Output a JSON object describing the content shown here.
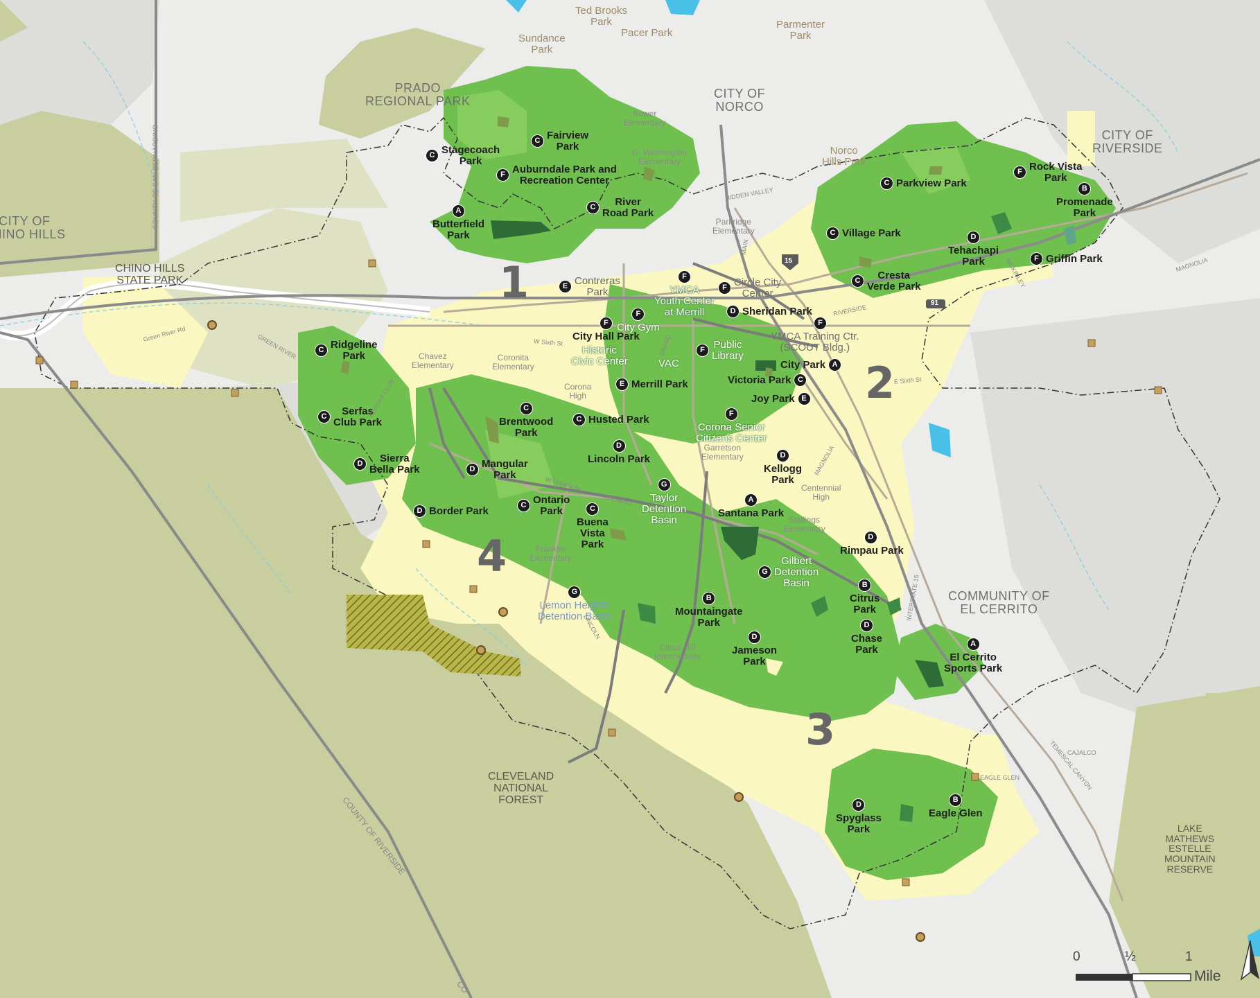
{
  "map": {
    "districts": [
      "1",
      "2",
      "3",
      "4"
    ],
    "regions": {
      "prado": "PRADO\nREGIONAL PARK",
      "norco": "CITY OF\nNORCO",
      "riverside": "CITY OF\nRIVERSIDE",
      "chino_city": "CITY OF\nCHINO HILLS",
      "chino_park": "CHINO HILLS\nSTATE PARK",
      "el_cerrito": "COMMUNITY OF\nEL CERRITO",
      "cleveland": "CLEVELAND\nNATIONAL\nFOREST",
      "lake_mathews": "LAKE\nMATHEWS\nESTELLE\nMOUNTAIN\nRESERVE",
      "county_sb": "COUNTY OF SAN BERNARDINO",
      "county_riv": "COUNTY OF RIVERSIDE",
      "county_riv2": "CO"
    },
    "outside_parks": {
      "ted_brooks": "Ted Brooks\nPark",
      "sundance": "Sundance\nPark",
      "pacer": "Pacer Park",
      "parmenter": "Parmenter\nPark",
      "norco_hills": "Norco\nHills Park"
    },
    "parks": {
      "stagecoach": {
        "badge": "C",
        "name": "Stagecoach\nPark"
      },
      "fairview": {
        "badge": "C",
        "name": "Fairview\nPark"
      },
      "auburndale": {
        "badge": "F",
        "name": "Auburndale Park and\nRecreation Center"
      },
      "river_road": {
        "badge": "C",
        "name": "River\nRoad Park"
      },
      "butterfield": {
        "badge": "A",
        "name": "Butterfield\nPark"
      },
      "contreras": {
        "badge": "E",
        "name": "Contreras\nPark"
      },
      "parkview": {
        "badge": "C",
        "name": "Parkview Park"
      },
      "rock_vista": {
        "badge": "F",
        "name": "Rock Vista\nPark"
      },
      "promenade": {
        "badge": "B",
        "name": "Promenade\nPark"
      },
      "village": {
        "badge": "C",
        "name": "Village Park"
      },
      "tehachapi": {
        "badge": "D",
        "name": "Tehachapi\nPark"
      },
      "griffin": {
        "badge": "F",
        "name": "Griffin Park"
      },
      "cresta_verde": {
        "badge": "C",
        "name": "Cresta\nVerde Park"
      },
      "sheridan": {
        "badge": "D",
        "name": "Sheridan Park"
      },
      "city_hall": {
        "badge": "F",
        "name": "City Hall Park"
      },
      "city_park": {
        "badge": "A",
        "name": "City Park"
      },
      "victoria": {
        "badge": "C",
        "name": "Victoria Park"
      },
      "joy": {
        "badge": "E",
        "name": "Joy Park"
      },
      "merrill": {
        "badge": "E",
        "name": "Merrill Park"
      },
      "ridgeline": {
        "badge": "C",
        "name": "Ridgeline\nPark"
      },
      "serfas": {
        "badge": "C",
        "name": "Serfas\nClub Park"
      },
      "sierra_bella": {
        "badge": "D",
        "name": "Sierra\nBella Park"
      },
      "brentwood": {
        "badge": "C",
        "name": "Brentwood\nPark"
      },
      "husted": {
        "badge": "C",
        "name": "Husted Park"
      },
      "lincoln": {
        "badge": "D",
        "name": "Lincoln Park"
      },
      "mangular": {
        "badge": "D",
        "name": "Mangular\nPark"
      },
      "border": {
        "badge": "D",
        "name": "Border Park"
      },
      "ontario": {
        "badge": "C",
        "name": "Ontario\nPark"
      },
      "buena_vista": {
        "badge": "C",
        "name": "Buena\nVista\nPark"
      },
      "santana": {
        "badge": "A",
        "name": "Santana Park"
      },
      "kellogg": {
        "badge": "D",
        "name": "Kellogg\nPark"
      },
      "rimpau": {
        "badge": "D",
        "name": "Rimpau Park"
      },
      "citrus": {
        "badge": "B",
        "name": "Citrus\nPark"
      },
      "chase": {
        "badge": "D",
        "name": "Chase\nPark"
      },
      "mountaingate": {
        "badge": "B",
        "name": "Mountaingate\nPark"
      },
      "jameson": {
        "badge": "D",
        "name": "Jameson\nPark"
      },
      "el_cerrito": {
        "badge": "A",
        "name": "El Cerrito\nSports Park"
      },
      "spyglass": {
        "badge": "D",
        "name": "Spyglass\nPark"
      },
      "eagle_glen": {
        "badge": "B",
        "name": "Eagle Glen"
      }
    },
    "facilities": {
      "ymca_youth": {
        "badge": "F",
        "name": "YMCA\nYouth Center\nat Merrill"
      },
      "circle_city": {
        "badge": "F",
        "name": "Circle City\nCenter"
      },
      "ymca_training": {
        "badge": "F",
        "name": "YMCA Training Ctr.\n(SCOUT Bldg.)"
      },
      "city_gym": {
        "badge": "F",
        "name": "City Gym"
      },
      "public_library": {
        "badge": "F",
        "name": "Public\nLibrary"
      },
      "historic_civic": {
        "badge": "",
        "name": "Historic\nCivic Center"
      },
      "vac": {
        "badge": "",
        "name": "VAC"
      },
      "corona_senior": {
        "badge": "F",
        "name": "Corona Senior\nCitizens Center"
      },
      "taylor_basin": {
        "badge": "G",
        "name": "Taylor\nDetention\nBasin"
      },
      "gilbert_basin": {
        "badge": "G",
        "name": "Gilbert\nDetention\nBasin"
      },
      "lemon_heights": {
        "badge": "G",
        "name": "Lemon Heights\nDetention Basin"
      }
    },
    "schools": {
      "bower": "Bower\nElementary",
      "washington": "G. Washington\nElementary",
      "parkridge": "Parkridge\nElementary",
      "chavez": "Chavez\nElementary",
      "coronita": "Coronita\nElementary",
      "corona_high": "Corona\nHigh",
      "garretson": "Garretson\nElementary",
      "centennial": "Centennial\nHigh",
      "stallings": "Stallings\nElementary",
      "franklin": "Franklin\nElementary",
      "citrus_hill": "Citrus Hill\nIntermediate"
    },
    "roads": {
      "hidden_valley": "HIDDEN VALLEY",
      "riverside_ave": "RIVERSIDE",
      "magnolia": "MAGNOLIA",
      "ontario_ave": "ONTARIO",
      "grand": "GRAND",
      "green_river": "GREEN RIVER",
      "serfas_club": "SERFAS CLUB",
      "lincoln_ave": "LINCOLN",
      "cajalco": "CAJALCO",
      "temescal": "TEMESCAL CANYON",
      "eagle_glen_rd": "EAGLE GLEN",
      "interstate_15": "15",
      "route_91": "91",
      "w_sixth": "W Sixth St",
      "e_sixth": "E Sixth St",
      "mckinley": "MCKINLEY",
      "main": "MAIN",
      "green_river_rd": "Green River Rd",
      "interstate15b": "INTERSTATE 15",
      "w_ontario": "W Ontario Av"
    },
    "scale": {
      "zero": "0",
      "half": "½",
      "one": "1",
      "unit": "Mile"
    },
    "colors": {
      "park_service": "#6fc04f",
      "service_light": "#8ccf62",
      "residential": "#fbf7c0",
      "forest": "#c9ce9f",
      "park_dark": "#2e6b36",
      "park_olive": "#7e9a4a",
      "water": "#48c0e8",
      "road": "#b8aa99",
      "boundary": "#333333"
    }
  }
}
